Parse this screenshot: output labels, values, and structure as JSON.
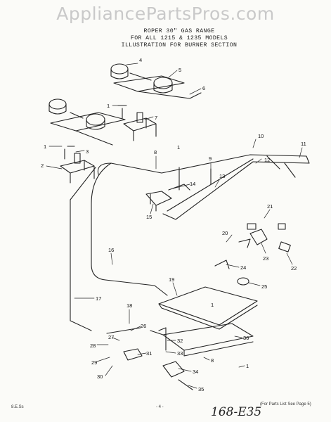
{
  "watermark": "AppliancePartsPros.com",
  "header": {
    "line1": "ROPER 30\" GAS RANGE",
    "line2": "FOR ALL 1215 & 1235   MODELS",
    "line3": "ILLUSTRATION FOR BURNER SECTION"
  },
  "footer": {
    "left": "8.E.Ss",
    "center": "- 4 -",
    "right": "(For Parts List See Page 5)",
    "handwritten": "168-E35"
  },
  "callouts": [
    "1",
    "2",
    "3",
    "4",
    "5",
    "6",
    "7",
    "8",
    "9",
    "10",
    "11",
    "12",
    "13",
    "14",
    "15",
    "16",
    "17",
    "18",
    "19",
    "20",
    "21",
    "22",
    "23",
    "24",
    "25",
    "26",
    "27",
    "28",
    "29",
    "30",
    "31",
    "32",
    "33",
    "34",
    "35",
    "36"
  ]
}
